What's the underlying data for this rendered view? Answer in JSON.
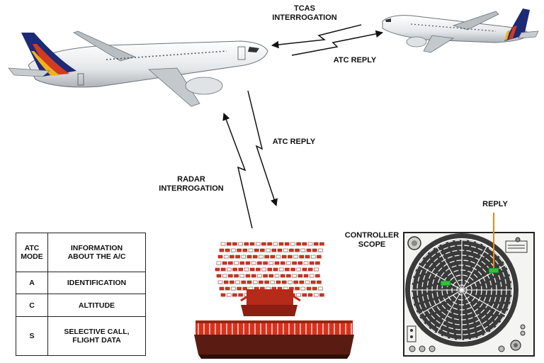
{
  "labels": {
    "tcas_interrogation": "TCAS\nINTERROGATION",
    "atc_reply_top": "ATC REPLY",
    "atc_reply_mid": "ATC REPLY",
    "radar_interrogation": "RADAR\nINTERROGATION",
    "controller_scope": "CONTROLLER\nSCOPE",
    "reply": "REPLY"
  },
  "table": {
    "header": [
      "ATC\nMODE",
      "INFORMATION\nABOUT THE A/C"
    ],
    "rows": [
      {
        "mode": "A",
        "info": "IDENTIFICATION"
      },
      {
        "mode": "C",
        "info": "ALTITUDE"
      },
      {
        "mode": "S",
        "info": "SELECTIVE CALL,\nFLIGHT DATA"
      }
    ]
  },
  "colors": {
    "fuselage": "#e9ecef",
    "tail_blue": "#1c2a78",
    "tail_red": "#d23b1f",
    "tail_yellow": "#f2b21c",
    "scope_blip": "#2ec43a",
    "reply_line": "#e08a12",
    "radar_red": "#d8321c"
  },
  "icons": [
    "large-aircraft-icon",
    "small-aircraft-icon",
    "radar-antenna-icon",
    "controller-scope-icon"
  ]
}
